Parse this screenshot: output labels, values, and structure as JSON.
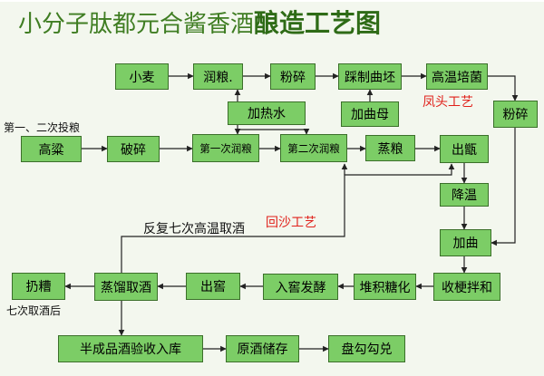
{
  "title": {
    "part1": "小分子肽都元合酱香酒",
    "part2": "酿造工艺图"
  },
  "nodes": {
    "xiaomai": "小麦",
    "runliang_top": "润粮.",
    "fensui_top": "粉碎",
    "caizhiqupi": "踩制曲坯",
    "gaowenpeijun": "高温培菌",
    "jiareshui": "加热水",
    "jiaqumu": "加曲母",
    "fensui_right": "粉碎",
    "gaoliang": "高粱",
    "posui": "破碎",
    "diyici_runliang": "第一次润粮",
    "dierci_runliang": "第二次润粮",
    "zhengliang": "蒸粮",
    "chuzeng": "出甑",
    "jiangwen": "降温",
    "jiaqu": "加曲",
    "shougengbanhe": "收梗拌和",
    "duijitanghua": "堆积糖化",
    "rujiaofajiao": "入窖发酵",
    "chujiao": "出窖",
    "zhengliuqujiu": "蒸馏取酒",
    "rengzao": "扔糟",
    "banchengpin": "半成品酒验收入库",
    "yuanjiuchucun": "原酒储存",
    "pangougoudui": "盘勾勾兑"
  },
  "labels": {
    "feeding": "第一、二次投粮",
    "repeat": "反复七次高温取酒",
    "seven_times": "七次取酒后",
    "fengtou": "凤头工艺",
    "huisha": "回沙工艺"
  },
  "colors": {
    "box_fill": "#7ccd66",
    "box_border": "#3b6f2a",
    "accent_red": "#e0201a",
    "title_green": "#3f7d22"
  }
}
